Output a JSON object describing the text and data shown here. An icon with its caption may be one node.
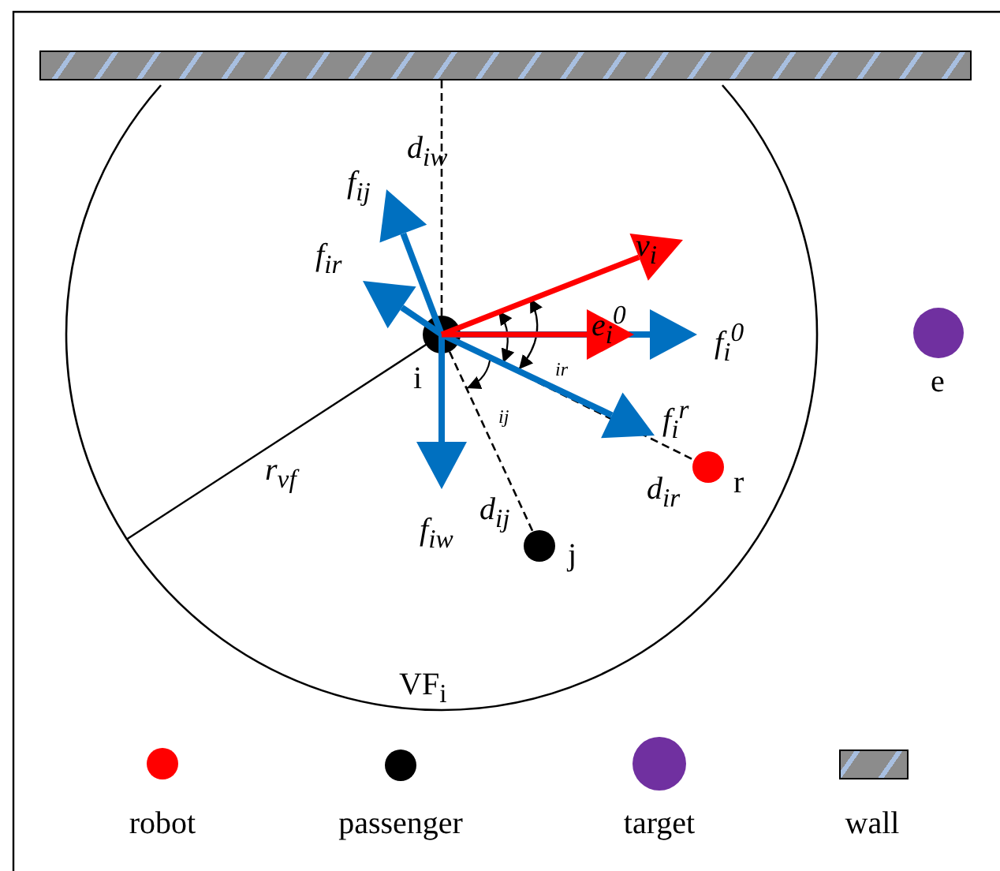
{
  "diagram": {
    "nodes": [
      {
        "text": [],
        "shape": "bar"
      },
      {
        "text": [
          "VF$_{i}$"
        ]
      },
      {
        "text": [],
        "shape": "circle",
        "beside": [
          "i"
        ],
        "in": 1
      },
      {
        "text": [],
        "shape": "circle",
        "beside": [
          "j"
        ],
        "in": 1
      },
      {
        "text": [],
        "shape": "circle",
        "beside": [
          "r"
        ],
        "in": 1
      },
      {
        "text": [],
        "shape": "circle",
        "beside": [
          "e"
        ]
      }
    ],
    "edges": [
      {
        "from": 2,
        "to": 0,
        "arrow": "none",
        "style": "dashed",
        "label": "d$_{iw}$"
      },
      {
        "from": 2,
        "to": 3,
        "arrow": "none",
        "style": "dashed",
        "label": "d$_{ij}$"
      },
      {
        "from": 2,
        "to": 4,
        "arrow": "none",
        "style": "dashed",
        "label": "d$_{ir}$"
      }
    ],
    "labels": [
      "f$_{ij}$",
      "f$_{ir}$",
      "v$_{i}$",
      "e$_{i}$$^{0}$",
      "f$_{i}$$^{0}$",
      "ir",
      "f$_{i}$$^{r}$",
      "ij",
      "r$_{vf}$",
      "f$_{iw}$"
    ],
    "legend": [
      {
        "text": "robot",
        "color": "#ff0000"
      },
      {
        "text": "passenger",
        "color": "#000000"
      },
      {
        "text": "target",
        "color": "#7030a0"
      },
      {
        "text": "wall"
      }
    ]
  }
}
